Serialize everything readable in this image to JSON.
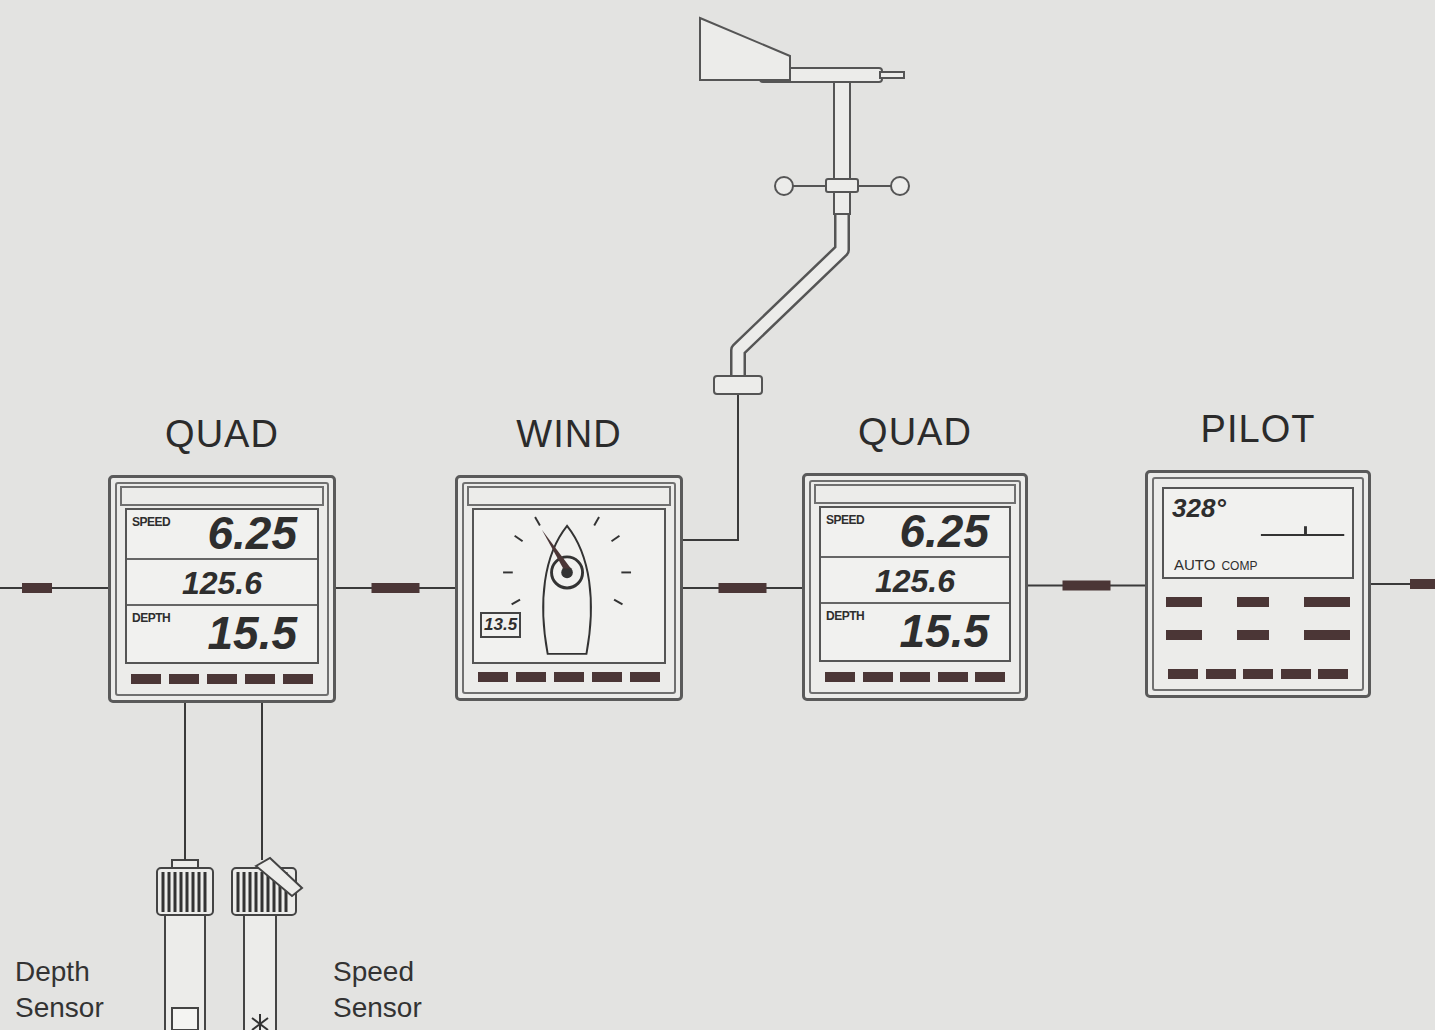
{
  "diagram": {
    "nodes": [
      {
        "text": [
          "QUAD",
          "SPEED",
          "6.25",
          "125.6",
          "DEPTH",
          "15.5"
        ]
      },
      {
        "text": [
          "WIND",
          "13.5"
        ]
      },
      {
        "text": [
          "QUAD",
          "SPEED",
          "6.25",
          "125.6",
          "DEPTH",
          "15.5"
        ]
      },
      {
        "text": [
          "PILOT",
          "328°",
          "AUTO",
          "COMP"
        ]
      },
      {
        "text": [
          "Depth Sensor"
        ]
      },
      {
        "text": [
          "Speed Sensor"
        ]
      }
    ],
    "edges": [
      {
        "from": 0,
        "to": 1,
        "arrow": "none"
      },
      {
        "from": 1,
        "to": 2,
        "arrow": "none"
      },
      {
        "from": 2,
        "to": 3,
        "arrow": "none"
      },
      {
        "from": 0,
        "to": 4,
        "arrow": "none"
      },
      {
        "from": 0,
        "to": 5,
        "arrow": "none"
      }
    ]
  }
}
